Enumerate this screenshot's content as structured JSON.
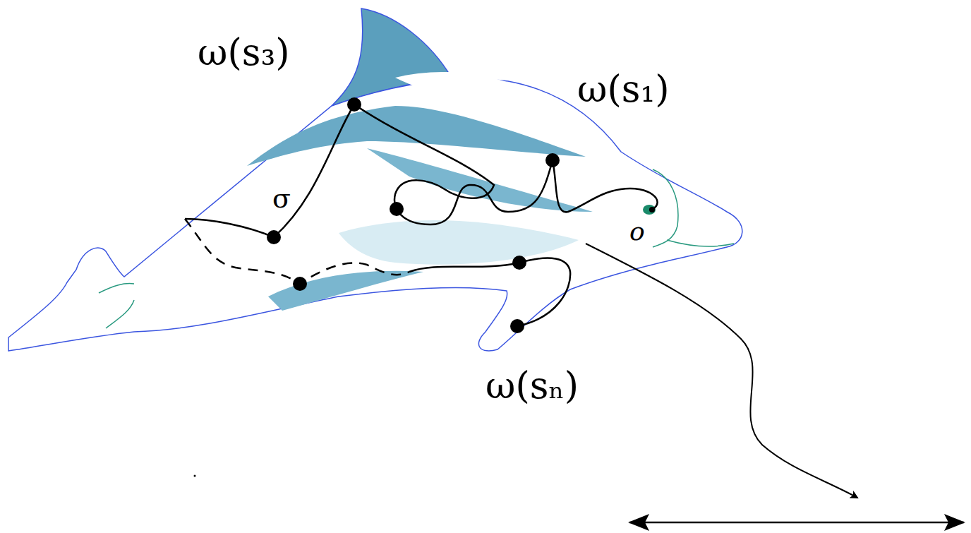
{
  "diagram": {
    "labels": [
      "ω(s₃)",
      "ω(s₁)",
      "σ",
      "o",
      "ω(sₙ)"
    ]
  }
}
